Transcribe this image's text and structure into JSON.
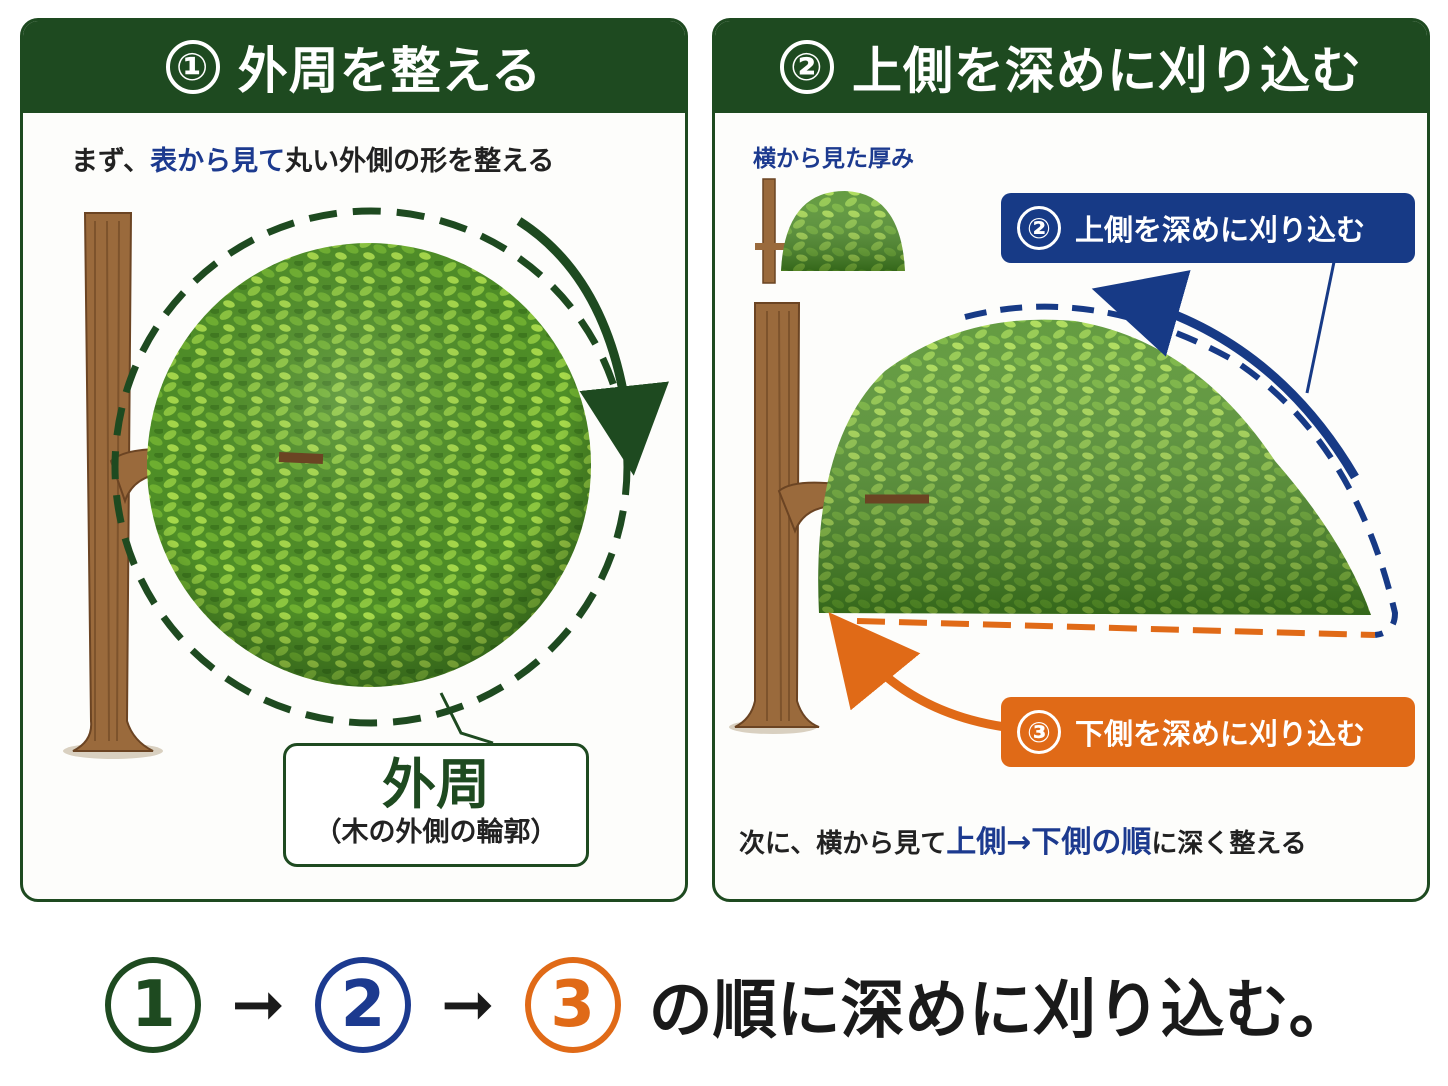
{
  "panel1": {
    "number": "①",
    "title": "外周を整える",
    "caption_pre": "まず、",
    "caption_highlight": "表から見て",
    "caption_post": "丸い外側の形を整える",
    "label_title": "外周",
    "label_sub": "（木の外側の輪郭）"
  },
  "panel2": {
    "number": "②",
    "title": "上側を深めに刈り込む",
    "side_label": "横から見た厚み",
    "callout_upper": {
      "number": "②",
      "text": "上側を深めに刈り込む",
      "color": "#173a86"
    },
    "callout_lower": {
      "number": "③",
      "text": "下側を深めに刈り込む",
      "color": "#e06a17"
    },
    "caption_pre": "次に、横から見て",
    "caption_highlight": "上側→下側の順",
    "caption_post": "に深く整える"
  },
  "bottom": {
    "step1": "1",
    "arrow1": "➞",
    "step2": "2",
    "arrow2": "➞",
    "step3": "3",
    "text": "の順に深めに刈り込む。"
  },
  "colors": {
    "dark_green": "#1e4a20",
    "blue": "#1c3a8f",
    "orange": "#e06a17",
    "foliage": "#5a9a2e",
    "trunk": "#9a6a3c"
  },
  "icons": [
    "tree-trunk-icon",
    "bush-round-icon",
    "bush-dome-icon",
    "clockwise-arrow-icon",
    "curved-arrow-icon"
  ]
}
